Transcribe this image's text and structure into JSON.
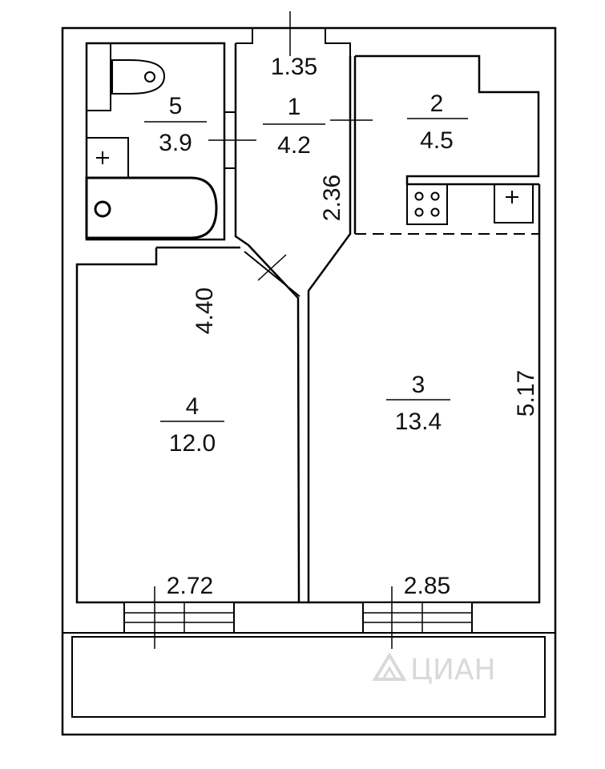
{
  "rooms": [
    {
      "id": "1",
      "number": "1",
      "area": "4.2"
    },
    {
      "id": "2",
      "number": "2",
      "area": "4.5"
    },
    {
      "id": "3",
      "number": "3",
      "area": "13.4"
    },
    {
      "id": "4",
      "number": "4",
      "area": "12.0"
    },
    {
      "id": "5",
      "number": "5",
      "area": "3.9"
    }
  ],
  "dimensions": {
    "hall_width": "1.35",
    "hall_depth": "2.36",
    "bedroom_depth": "4.40",
    "living_depth": "5.17",
    "bedroom_window": "2.72",
    "living_window": "2.85"
  },
  "watermark": {
    "text": "ЦИАН",
    "icon": "cian-logo-icon"
  },
  "colors": {
    "line": "#000000",
    "background": "#ffffff",
    "watermark": "#d9d9d9"
  }
}
